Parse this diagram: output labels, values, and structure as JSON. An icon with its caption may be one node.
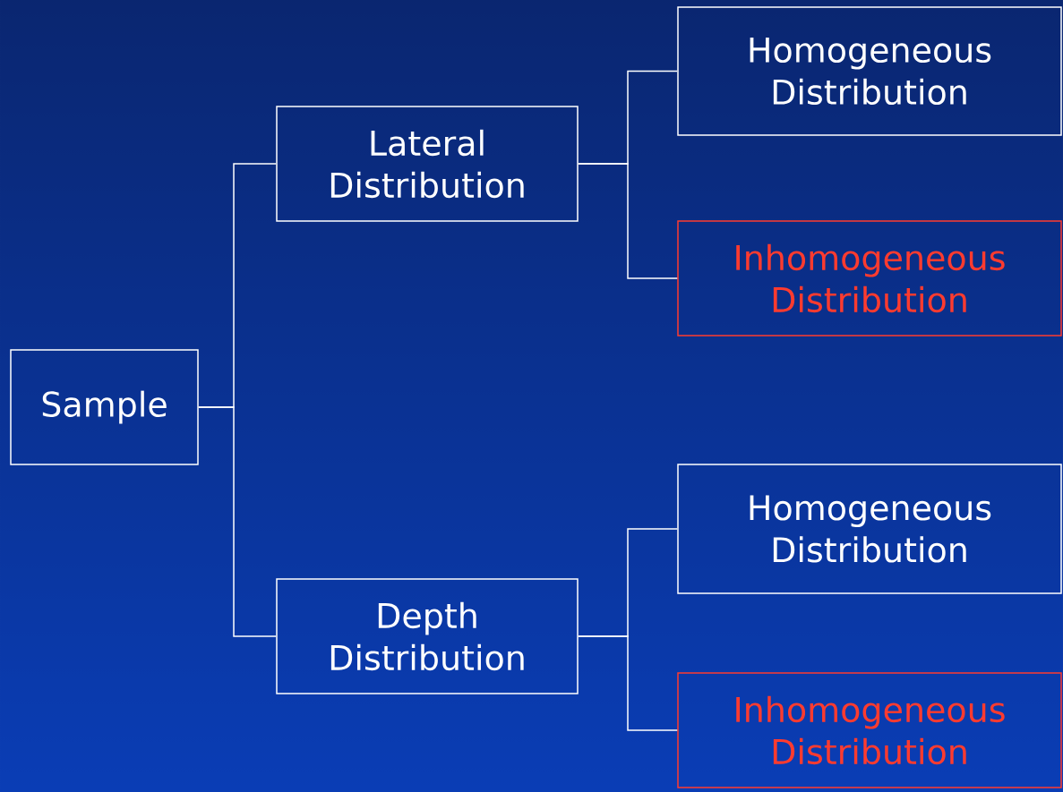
{
  "diagram": {
    "nodes": [
      {
        "text": [
          "Sample"
        ]
      },
      {
        "text": [
          "Lateral Distribution"
        ]
      },
      {
        "text": [
          "Homogeneous Distribution"
        ]
      },
      {
        "text": [
          "Inhomogeneous Distribution"
        ]
      },
      {
        "text": [
          "Depth Distribution"
        ]
      },
      {
        "text": [
          "Homogeneous Distribution"
        ]
      },
      {
        "text": [
          "Inhomogeneous Distribution"
        ]
      }
    ],
    "edges": [
      {
        "from": 0,
        "to": 1,
        "arrow": "none"
      },
      {
        "from": 0,
        "to": 4,
        "arrow": "none"
      },
      {
        "from": 1,
        "to": 2,
        "arrow": "none"
      },
      {
        "from": 1,
        "to": 3,
        "arrow": "none"
      },
      {
        "from": 4,
        "to": 5,
        "arrow": "none"
      },
      {
        "from": 4,
        "to": 6,
        "arrow": "none"
      }
    ]
  }
}
